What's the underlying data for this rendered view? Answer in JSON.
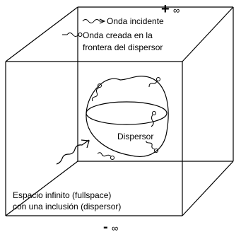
{
  "legend": {
    "incident_label": "Onda incidente",
    "created_label_line1": "Onda creada en la",
    "created_label_line2": "frontera del dispersor"
  },
  "scatterer_label": "Dispersor",
  "space_label_line1": "Espacio infinito (fullspace)",
  "space_label_line2": "con una inclusión (dispersor)",
  "top_infinity": {
    "sign": "+",
    "symbol": "∞"
  },
  "bottom_infinity": {
    "sign": "-",
    "symbol": "∞"
  }
}
